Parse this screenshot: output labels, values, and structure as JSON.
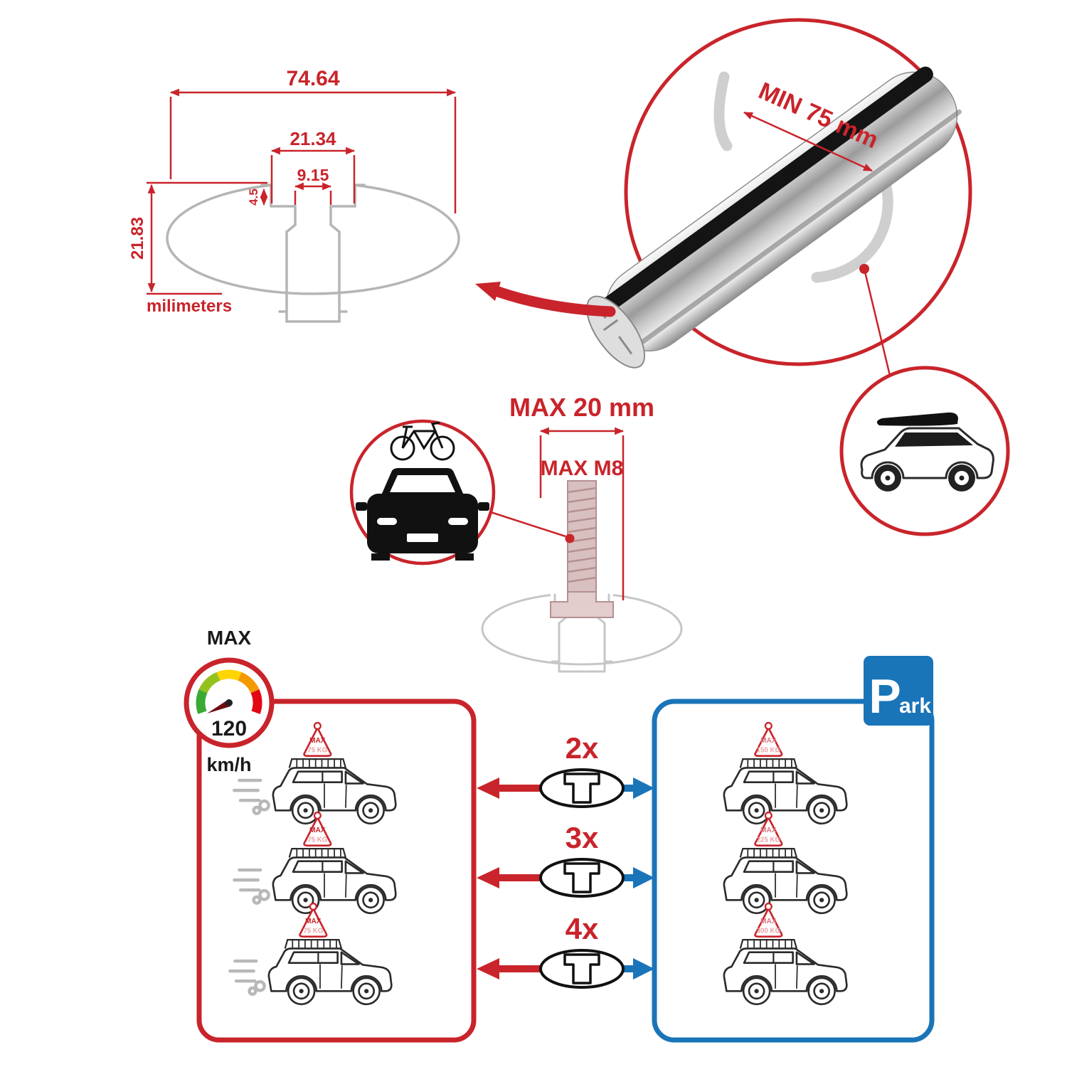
{
  "cross_section": {
    "overall_width": "74.64",
    "slot_outer_width": "21.34",
    "slot_inner_width": "9.15",
    "lip_depth": "4.5",
    "overall_height": "21.83",
    "units_label": "milimeters"
  },
  "bar_detail": {
    "min_clamp_span": "MIN 75 mm"
  },
  "bolt_detail": {
    "max_depth_label": "MAX 20 mm",
    "max_thread_label": "MAX M8"
  },
  "speed_limit": {
    "label": "MAX",
    "value": "120",
    "units": "km/h"
  },
  "parking_sign": {
    "initial": "P",
    "rest": "ark"
  },
  "rows": [
    {
      "count": "2x",
      "driving": {
        "label": "MAX",
        "value": "75 KG"
      },
      "parked": {
        "label": "MAX",
        "value": "150 KG"
      }
    },
    {
      "count": "3x",
      "driving": {
        "label": "MAX",
        "value": "75 KG"
      },
      "parked": {
        "label": "MAX",
        "value": "225 KG"
      }
    },
    {
      "count": "4x",
      "driving": {
        "label": "MAX",
        "value": "75 KG"
      },
      "parked": {
        "label": "MAX",
        "value": "300 KG"
      }
    }
  ],
  "colors": {
    "accent_red": "#c9242b",
    "accent_blue": "#1a74b8",
    "load_pink": "#e8a0a5"
  }
}
